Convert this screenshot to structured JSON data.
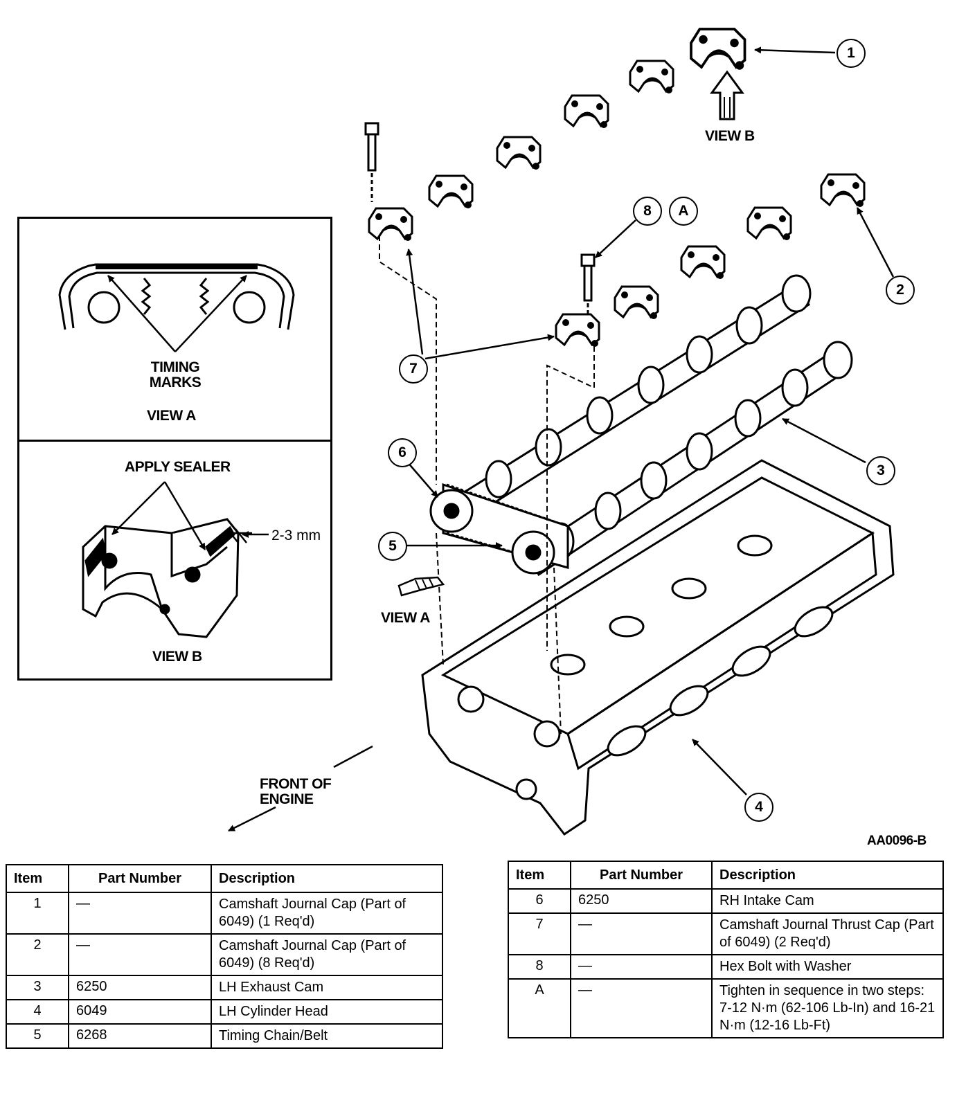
{
  "figure": {
    "code": "AA0096-B",
    "labels": {
      "view_b_main": "VIEW B",
      "view_a_main": "VIEW A",
      "front_of_engine": "FRONT OF ENGINE",
      "timing_marks": "TIMING MARKS",
      "inset_view_a": "VIEW A",
      "apply_sealer": "APPLY SEALER",
      "gap": "2-3 mm",
      "inset_view_b": "VIEW B"
    },
    "callouts": [
      "1",
      "2",
      "3",
      "4",
      "5",
      "6",
      "7",
      "8",
      "A"
    ]
  },
  "table_headers": {
    "item": "Item",
    "part_number": "Part Number",
    "description": "Description"
  },
  "table_left": [
    {
      "item": "1",
      "part": "—",
      "desc": "Camshaft Journal Cap (Part of 6049) (1 Req'd)"
    },
    {
      "item": "2",
      "part": "—",
      "desc": "Camshaft Journal Cap (Part of 6049) (8 Req'd)"
    },
    {
      "item": "3",
      "part": "6250",
      "desc": "LH Exhaust Cam"
    },
    {
      "item": "4",
      "part": "6049",
      "desc": "LH Cylinder Head"
    },
    {
      "item": "5",
      "part": "6268",
      "desc": "Timing Chain/Belt"
    }
  ],
  "table_right": [
    {
      "item": "6",
      "part": "6250",
      "desc": "RH Intake Cam"
    },
    {
      "item": "7",
      "part": "—",
      "desc": "Camshaft Journal Thrust Cap (Part of 6049) (2 Req'd)"
    },
    {
      "item": "8",
      "part": "—",
      "desc": "Hex Bolt with Washer"
    },
    {
      "item": "A",
      "part": "—",
      "desc": "Tighten in sequence in two steps: 7-12 N·m (62-106 Lb-In) and 16-21 N·m (12-16 Lb-Ft)"
    }
  ]
}
